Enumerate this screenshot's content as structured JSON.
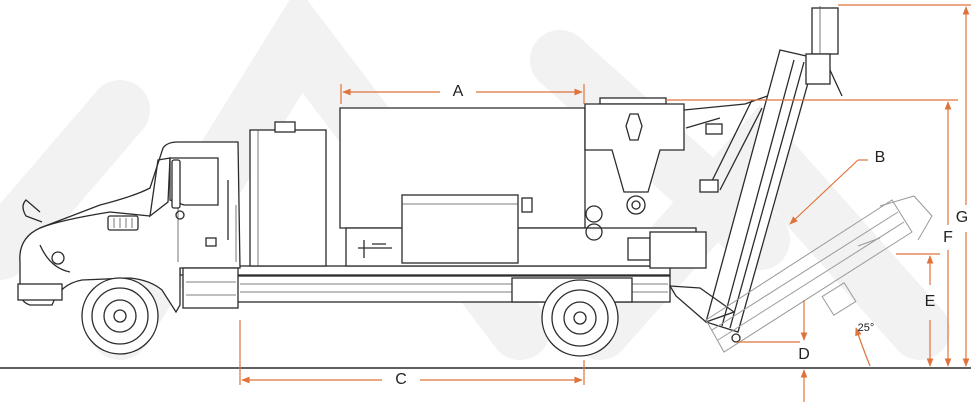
{
  "dimensions": {
    "A": "A",
    "B": "B",
    "C": "C",
    "D": "D",
    "E": "E",
    "F": "F",
    "G": "G"
  },
  "angle": "25°",
  "colors": {
    "dimension_line": "#e0733a",
    "outline": "#2b2b2b",
    "ghost_outline": "#9a9a9a",
    "watermark": "#f2f2f2"
  }
}
